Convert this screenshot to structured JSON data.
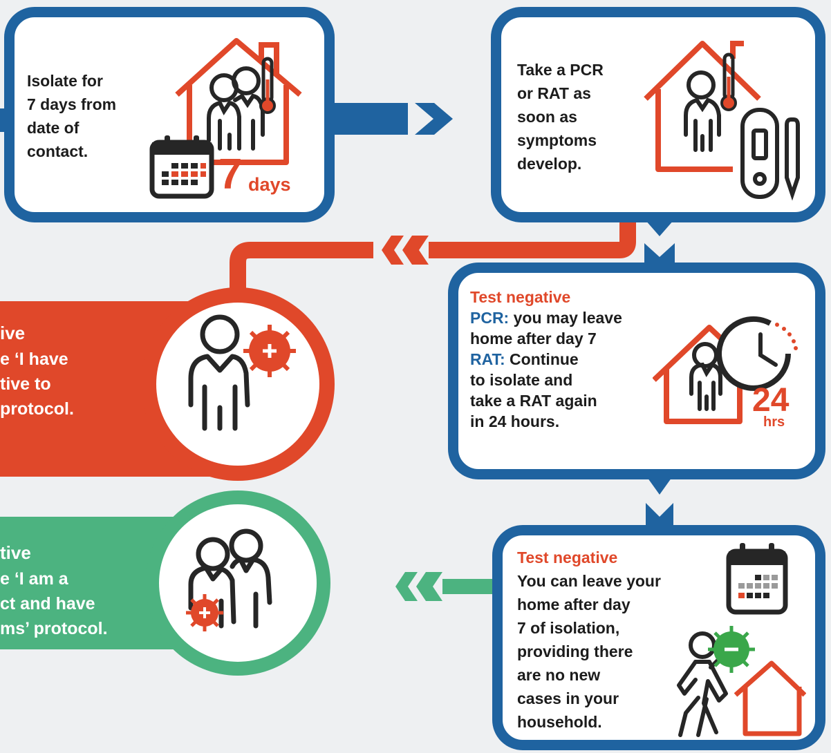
{
  "step_contact": {
    "lines": [
      "Isolate for",
      "7 days from",
      "date of",
      "contact."
    ],
    "number": "7",
    "unit": "days"
  },
  "step_symptoms": {
    "lines": [
      "Take a PCR",
      "or RAT as",
      "soon as",
      "symptoms",
      "develop."
    ]
  },
  "step_negative_first": {
    "heading": "Test negative",
    "pcr_label": "PCR:",
    "pcr_line1": " you may leave",
    "pcr_line2": "home after day 7",
    "rat_label": "RAT:",
    "rat_line1": " Continue",
    "rat_rest": [
      "to isolate and",
      "take a RAT again",
      "in 24 hours."
    ],
    "number": "24",
    "unit": "hrs"
  },
  "step_negative_final": {
    "heading": "Test negative",
    "lines": [
      "You can leave your",
      "home after day",
      "7 of isolation,",
      "providing there",
      "are no new",
      "cases in your",
      "household."
    ]
  },
  "positive_panel": {
    "heading_fragment": "ive",
    "lines": [
      "e ‘I have",
      "tive to",
      "protocol."
    ]
  },
  "negative_panel": {
    "heading_fragment": "tive",
    "lines": [
      "e ‘I am a",
      "ct  and have",
      "ms’ protocol."
    ]
  },
  "colors": {
    "blue": "#1f63a0",
    "red": "#e0482a",
    "green": "#4cb380",
    "dark": "#262626",
    "virus_green": "#3aa74a"
  }
}
